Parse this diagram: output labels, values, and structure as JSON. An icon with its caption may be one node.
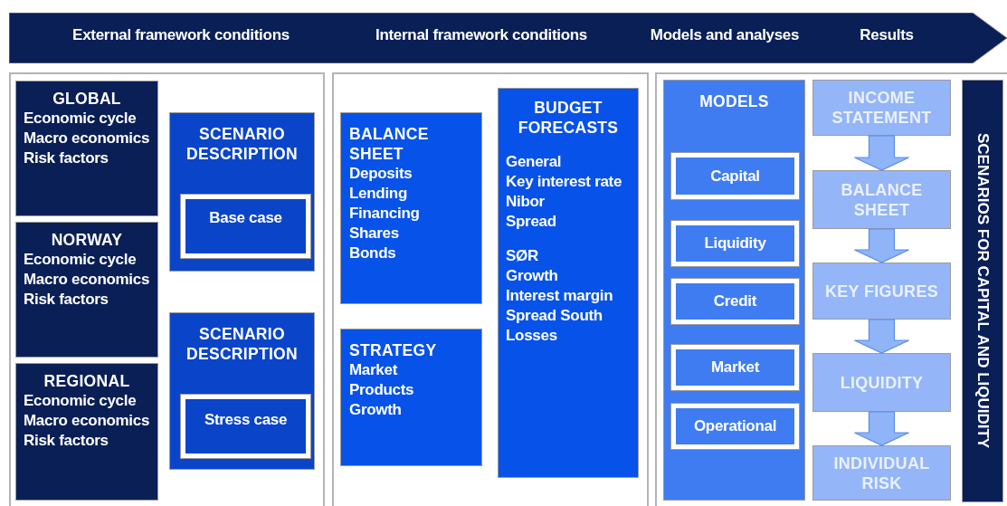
{
  "diagram": {
    "nodes": [
      {
        "text": [
          "External framework conditions",
          "Internal framework conditions",
          "Models and analyses",
          "Results"
        ]
      },
      {
        "text": [],
        "shape": "box"
      },
      {
        "text": [
          "GLOBAL",
          "Economic cycle",
          "Macro economics",
          "Risk factors"
        ],
        "in": 1
      },
      {
        "text": [
          "NORWAY",
          "Economic cycle",
          "Macro economics",
          "Risk factors"
        ],
        "in": 1
      },
      {
        "text": [
          "REGIONAL",
          "Economic cycle",
          "Macro economics",
          "Risk factors"
        ],
        "in": 1
      },
      {
        "text": [
          "SCENARIO DESCRIPTION"
        ],
        "in": 1
      },
      {
        "text": [
          "Base case"
        ],
        "in": 5
      },
      {
        "text": [
          "SCENARIO DESCRIPTION"
        ],
        "in": 1
      },
      {
        "text": [
          "Stress case"
        ],
        "in": 7
      },
      {
        "text": [],
        "shape": "box"
      },
      {
        "text": [
          "BALANCE SHEET",
          "Deposits",
          "Lending",
          "Financing",
          "Shares",
          "Bonds"
        ],
        "in": 9
      },
      {
        "text": [
          "STRATEGY",
          "Market",
          "Products",
          "Growth"
        ],
        "in": 9
      },
      {
        "text": [
          "BUDGET FORECASTS",
          "General",
          "Key interest rate",
          "Nibor",
          "Spread",
          "SØR",
          "Growth",
          "Interest margin",
          "Spread South",
          "Losses"
        ],
        "in": 9
      },
      {
        "text": [],
        "shape": "box"
      },
      {
        "text": [
          "MODELS"
        ],
        "in": 13
      },
      {
        "text": [
          "Capital"
        ],
        "in": 14
      },
      {
        "text": [
          "Liquidity"
        ],
        "in": 14
      },
      {
        "text": [
          "Credit"
        ],
        "in": 14
      },
      {
        "text": [
          "Market"
        ],
        "in": 14
      },
      {
        "text": [
          "Operational"
        ],
        "in": 14
      },
      {
        "text": [
          "INCOME STATEMENT"
        ],
        "in": 13
      },
      {
        "text": [
          "BALANCE SHEET"
        ],
        "in": 13
      },
      {
        "text": [
          "KEY FIGURES"
        ],
        "in": 13
      },
      {
        "text": [
          "LIQUIDITY"
        ],
        "in": 13
      },
      {
        "text": [
          "INDIVIDUAL RISK"
        ],
        "in": 13
      },
      {
        "text": [
          "SCENARIOS FOR CAPITAL AND LIQUIDITY"
        ],
        "in": 13
      }
    ],
    "edges": [
      {
        "from": 20,
        "to": 21,
        "arrow": "to"
      },
      {
        "from": 21,
        "to": 22,
        "arrow": "to"
      },
      {
        "from": 22,
        "to": 23,
        "arrow": "to"
      },
      {
        "from": 23,
        "to": 24,
        "arrow": "to"
      }
    ]
  }
}
